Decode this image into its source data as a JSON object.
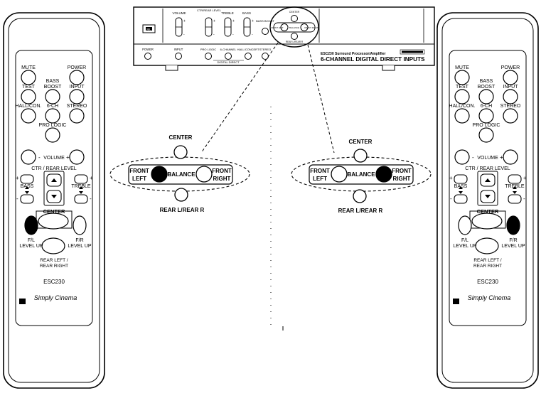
{
  "amplifier": {
    "volume": "VOLUME",
    "ctr_rear_level": "CTR/REAR LEVEL",
    "treble": "TREBLE",
    "bass": "BASS",
    "bass_boost": "BASS BOOST",
    "center": "CENTER",
    "front_left": "FRONT LEFT",
    "balance": "BALANCE",
    "front_right": "FRONT RIGHT",
    "rear_lr": "REAR L/REAR R",
    "power": "POWER",
    "input": "INPUT",
    "pro_logic": "PRO LOGIC",
    "six_channel": "6-CHANNEL",
    "hall_concert": "HALL/CONCERT",
    "stereo": "STEREO",
    "digital_direct": "DIGITAL DIRECT",
    "model_line": "ESC230 Surround Processor/Amplifier",
    "headline": "6-CHANNEL DIGITAL DIRECT INPUTS",
    "brand": "JBL"
  },
  "balance_left": {
    "center": "CENTER",
    "front": "FRONT",
    "left": "LEFT",
    "balance": "BALANCE",
    "right": "RIGHT",
    "rear": "REAR L/REAR R",
    "filled_side": "left"
  },
  "balance_right": {
    "center": "CENTER",
    "front": "FRONT",
    "left": "LEFT",
    "balance": "BALANCE",
    "right": "RIGHT",
    "rear": "REAR L/REAR R",
    "filled_side": "right"
  },
  "remote_left": {
    "mute": "MUTE",
    "power": "POWER",
    "bass_boost_1": "BASS",
    "bass_boost_2": "BOOST",
    "test": "TEST",
    "input": "INPUT",
    "hall": "HALL/CON.",
    "six_ch": "6-CH",
    "stereo": "STEREO",
    "pro_logic": "PRO LOGIC",
    "volume": "VOLUME",
    "ctr_rear": "CTR / REAR LEVEL",
    "bass": "BASS",
    "treble": "TREBLE",
    "center": "CENTER",
    "fl_1": "F/L",
    "fl_2": "LEVEL UP",
    "fr_1": "F/R",
    "fr_2": "LEVEL UP",
    "rear_1": "REAR LEFT /",
    "rear_2": "REAR RIGHT",
    "model": "ESC230",
    "brand": "Simply Cinema",
    "highlight": "left"
  },
  "remote_right": {
    "mute": "MUTE",
    "power": "POWER",
    "bass_boost_1": "BASS",
    "bass_boost_2": "BOOST",
    "test": "TEST",
    "input": "INPUT",
    "hall": "HALL/CON.",
    "six_ch": "6-CH",
    "stereo": "STEREO",
    "pro_logic": "PRO LOGIC",
    "volume": "VOLUME",
    "ctr_rear": "CTR / REAR LEVEL",
    "bass": "BASS",
    "treble": "TREBLE",
    "center": "CENTER",
    "fl_1": "F/L",
    "fl_2": "LEVEL UP",
    "fr_1": "F/R",
    "fr_2": "LEVEL UP",
    "rear_1": "REAR LEFT /",
    "rear_2": "REAR RIGHT",
    "model": "ESC230",
    "brand": "Simply Cinema",
    "highlight": "right"
  }
}
